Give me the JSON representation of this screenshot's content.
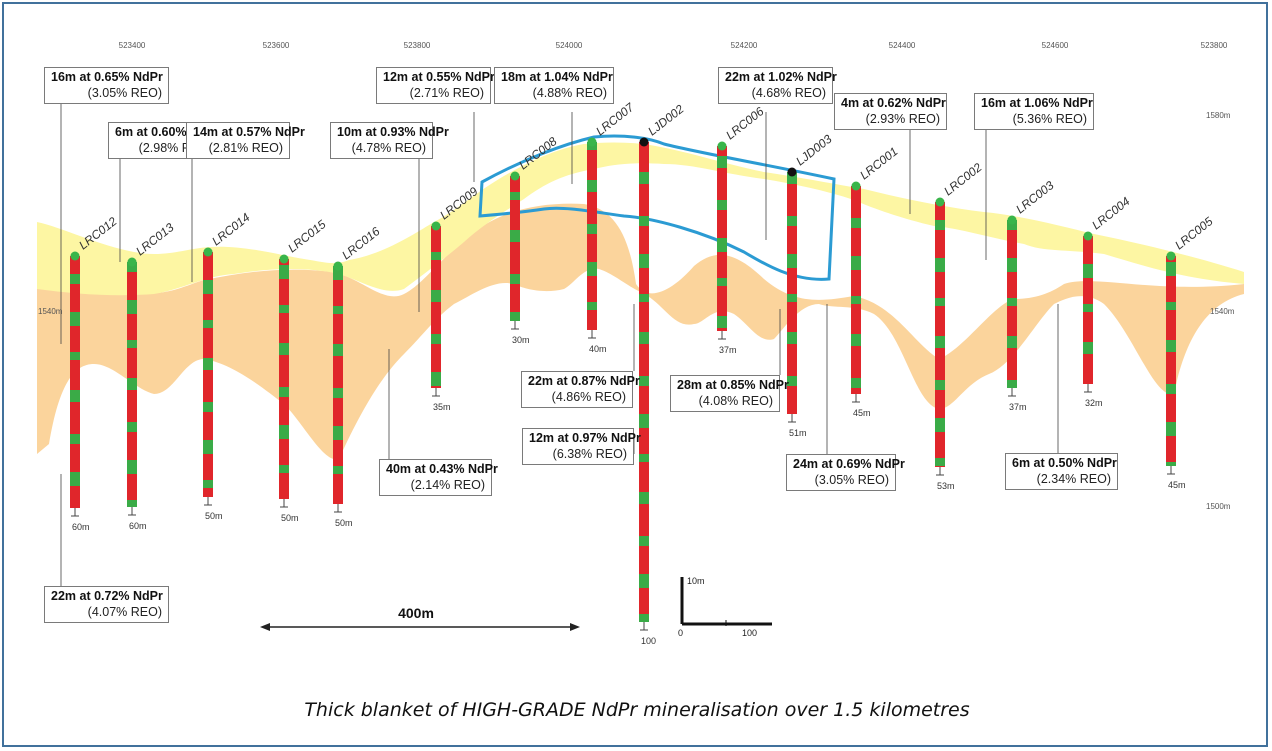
{
  "eastings": [
    "523400",
    "523600",
    "523800",
    "524000",
    "524200",
    "524400",
    "524600",
    "523800"
  ],
  "rl_labels": [
    "1580m",
    "1540m",
    "1540m",
    "1500m"
  ],
  "holes": [
    {
      "id": "LRC012",
      "depth": "60m"
    },
    {
      "id": "LRC013",
      "depth": "60m"
    },
    {
      "id": "LRC014",
      "depth": "50m"
    },
    {
      "id": "LRC015",
      "depth": "50m"
    },
    {
      "id": "LRC016",
      "depth": "50m"
    },
    {
      "id": "LRC009",
      "depth": "35m"
    },
    {
      "id": "LRC008",
      "depth": "30m"
    },
    {
      "id": "LRC007",
      "depth": "40m"
    },
    {
      "id": "LJD002",
      "depth": "100"
    },
    {
      "id": "LRC006",
      "depth": "37m"
    },
    {
      "id": "LJD003",
      "depth": "51m"
    },
    {
      "id": "LRC001",
      "depth": "45m"
    },
    {
      "id": "LRC002",
      "depth": "53m"
    },
    {
      "id": "LRC003",
      "depth": "37m"
    },
    {
      "id": "LRC004",
      "depth": "32m"
    },
    {
      "id": "LRC005",
      "depth": "45m"
    }
  ],
  "intercepts": [
    {
      "grade": "16m at 0.65% NdPr",
      "reo": "(3.05% REO)"
    },
    {
      "grade": "6m at 0.60% NdPr",
      "reo": "(2.98% REO)"
    },
    {
      "grade": "14m at 0.57% NdPr",
      "reo": "(2.81% REO)"
    },
    {
      "grade": "10m at 0.93% NdPr",
      "reo": "(4.78% REO)"
    },
    {
      "grade": "12m at 0.55% NdPr",
      "reo": "(2.71% REO)"
    },
    {
      "grade": "18m at 1.04% NdPr",
      "reo": "(4.88% REO)"
    },
    {
      "grade": "22m at 1.02% NdPr",
      "reo": "(4.68% REO)"
    },
    {
      "grade": "4m at 0.62% NdPr",
      "reo": "(2.93% REO)"
    },
    {
      "grade": "16m at 1.06% NdPr",
      "reo": "(5.36% REO)"
    },
    {
      "grade": "22m at 0.87% NdPr",
      "reo": "(4.86% REO)"
    },
    {
      "grade": "28m at 0.85% NdPr",
      "reo": "(4.08% REO)"
    },
    {
      "grade": "12m at 0.97% NdPr",
      "reo": "(6.38% REO)"
    },
    {
      "grade": "40m at 0.43% NdPr",
      "reo": "(2.14% REO)"
    },
    {
      "grade": "24m at 0.69% NdPr",
      "reo": "(3.05% REO)"
    },
    {
      "grade": "6m at 0.50% NdPr",
      "reo": "(2.34% REO)"
    },
    {
      "grade": "22m at 0.72% NdPr",
      "reo": "(4.07% REO)"
    }
  ],
  "scale_bar": {
    "distance": "400m"
  },
  "scale_key": {
    "vertical": "10m",
    "h0": "0",
    "h100": "100"
  },
  "caption": "Thick blanket of HIGH-GRADE NdPr mineralisation over 1.5 kilometres",
  "colors": {
    "upper_zone": "#fdf6a3",
    "lower_zone": "#fbd49c",
    "high_grade": "#e0262b",
    "low_grade": "#3aab47",
    "collar": "#39b54a",
    "high_grade_outline": "#2b9bd3",
    "border": "#41719c"
  }
}
